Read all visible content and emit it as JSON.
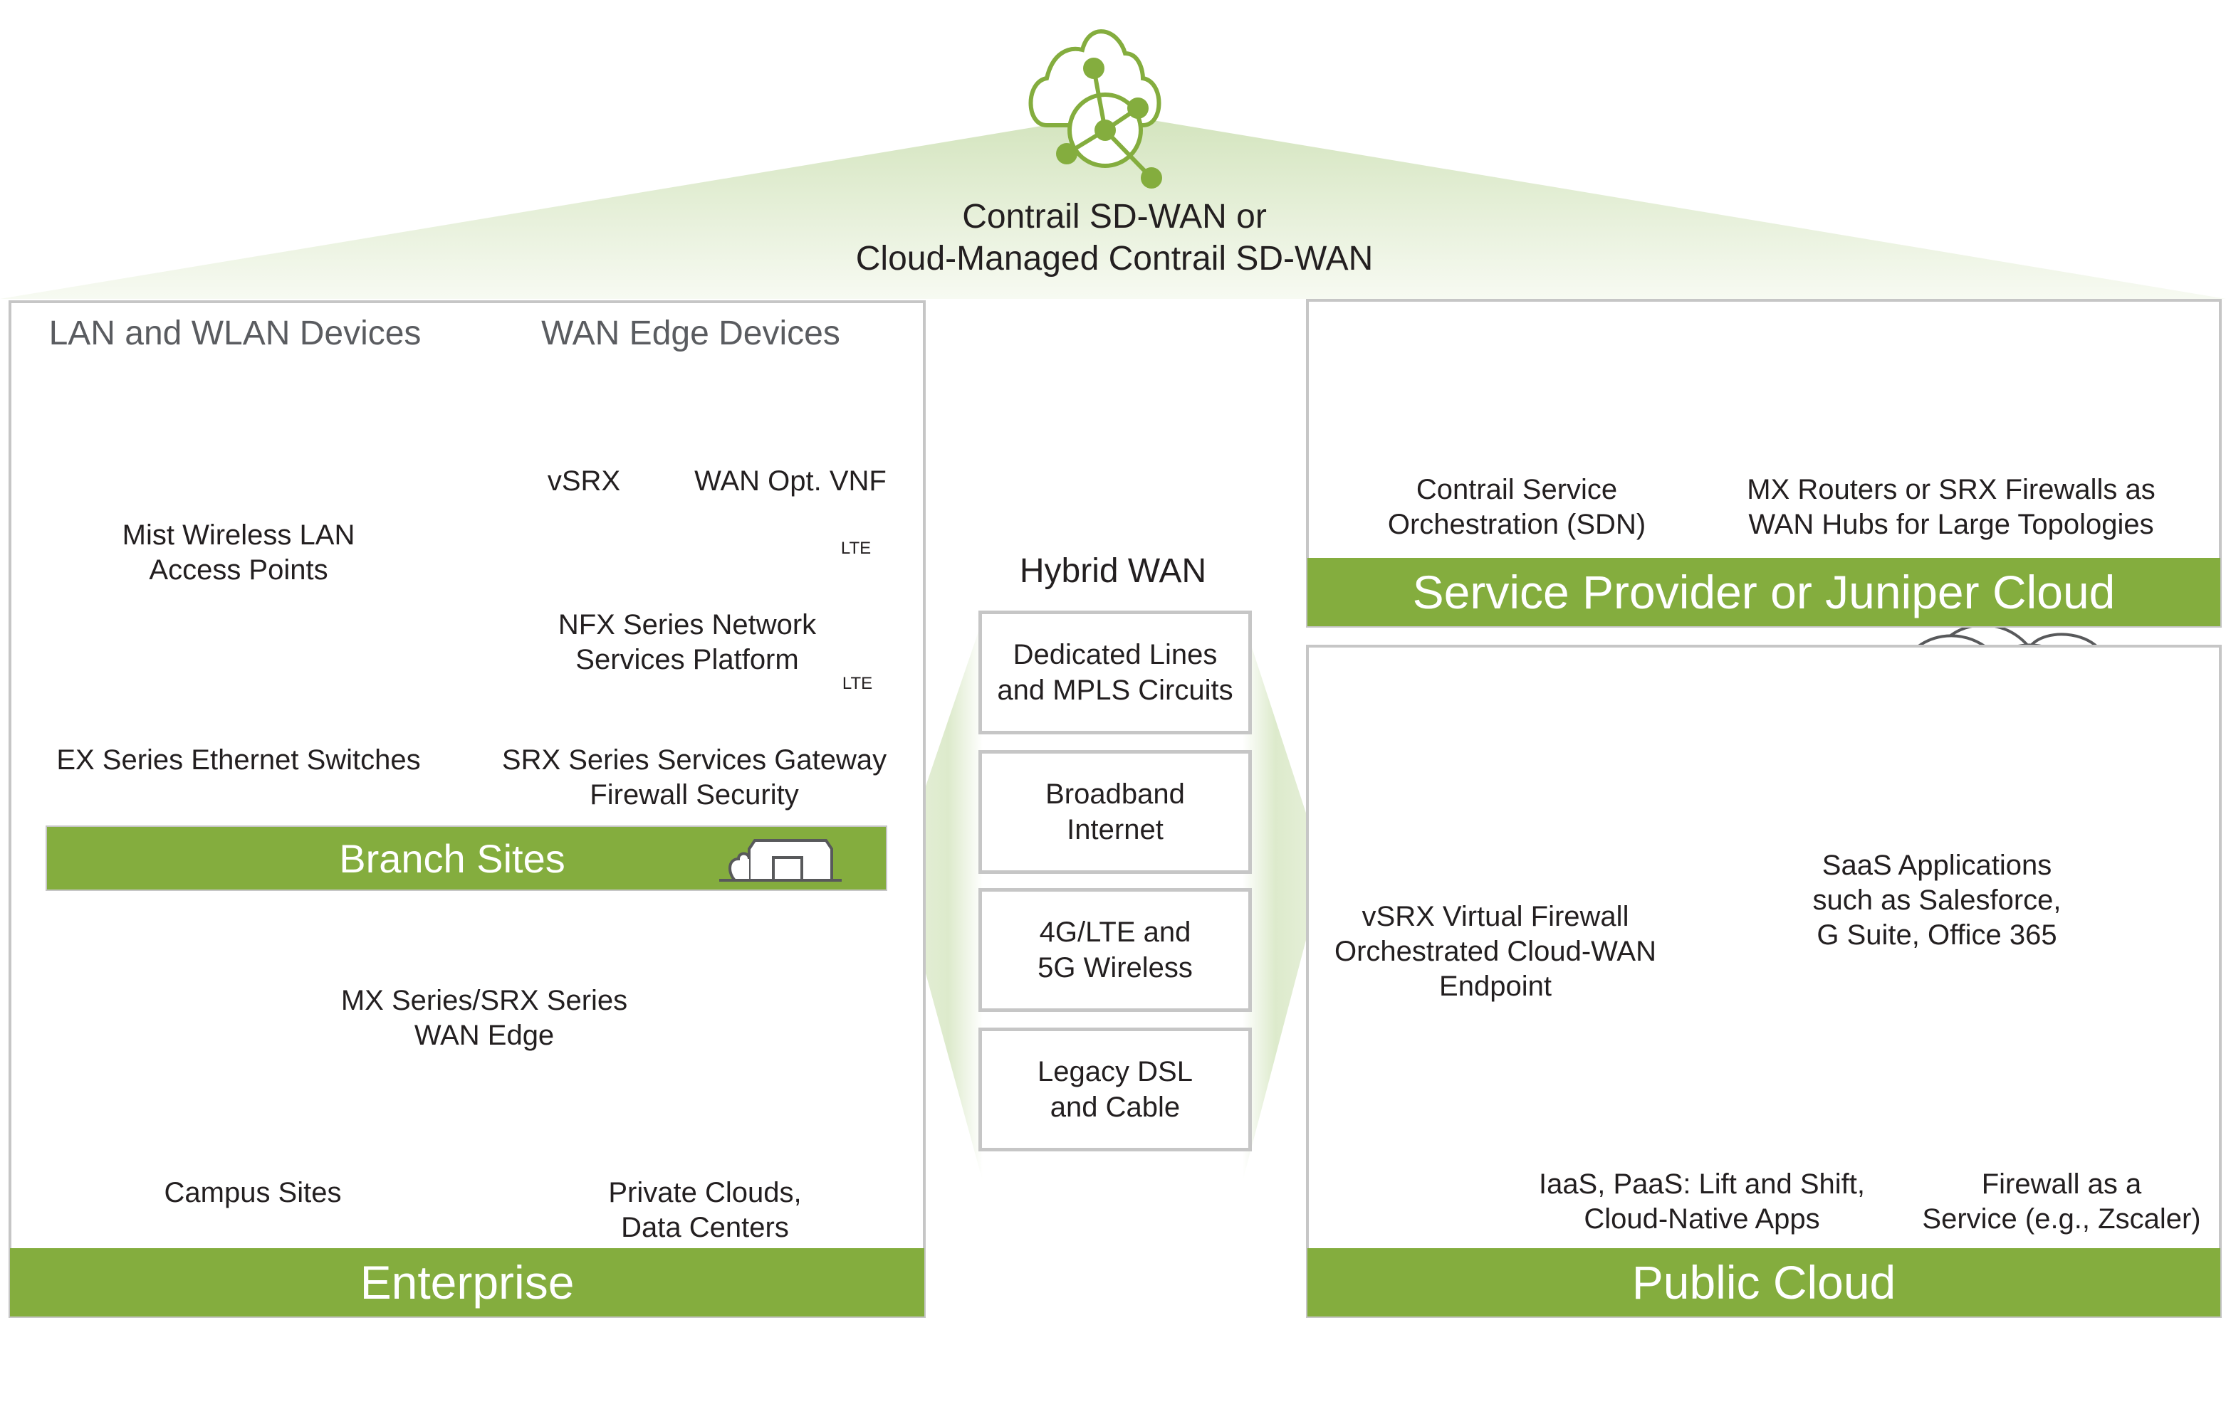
{
  "top": {
    "title": "Contrail SD-WAN or\nCloud-Managed Contrail SD-WAN",
    "icon": "cloud-network-icon"
  },
  "enterprise": {
    "label": "Enterprise",
    "lan_header": "LAN and WLAN Devices",
    "wan_header": "WAN Edge Devices",
    "mist_ap": "Mist Wireless LAN\nAccess Points",
    "ex_switches": "EX Series Ethernet Switches",
    "vsrx": "vSRX",
    "wan_opt": "WAN Opt. VNF",
    "nfx": "NFX Series Network\nServices Platform",
    "srx": "SRX Series Services Gateway\nFirewall Security",
    "lte_1": "LTE",
    "lte_2": "LTE",
    "branch_sites": "Branch Sites",
    "mx_srx_edge": "MX Series/SRX Series\nWAN Edge",
    "campus_sites": "Campus Sites",
    "private_clouds": "Private Clouds,\nData Centers"
  },
  "hybrid_wan": {
    "title": "Hybrid WAN",
    "links": [
      "Dedicated Lines\nand MPLS Circuits",
      "Broadband\nInternet",
      "4G/LTE and\n5G Wireless",
      "Legacy DSL\nand Cable"
    ]
  },
  "service_provider": {
    "label": "Service Provider or Juniper Cloud",
    "cso": "Contrail Service\nOrchestration (SDN)",
    "hubs": "MX Routers or SRX Firewalls as\nWAN Hubs for Large Topologies"
  },
  "public_cloud": {
    "label": "Public Cloud",
    "saas": "SaaS Applications\nsuch as Salesforce,\nG Suite, Office 365",
    "vsrx_endpoint": "vSRX Virtual Firewall\nOrchestrated Cloud-WAN\nEndpoint",
    "iaas": "IaaS, PaaS: Lift and Shift,\nCloud-Native Apps",
    "fwaas": "Firewall as a\nService (e.g., Zscaler)"
  },
  "colors": {
    "brand_green": "#84ad3e",
    "border_gray": "#c6c6c6",
    "outline_gray": "#58595b",
    "header_gray": "#5a5c60"
  }
}
